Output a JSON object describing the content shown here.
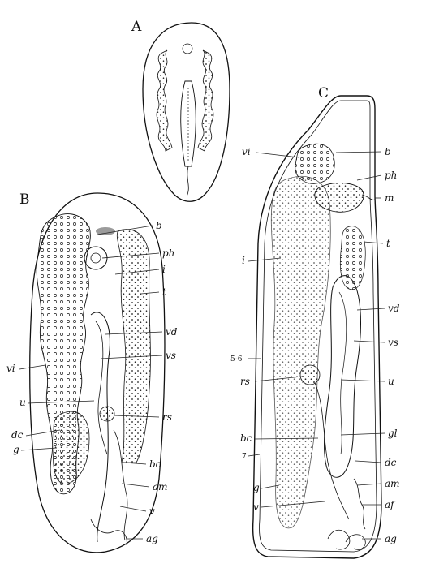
{
  "panels": [
    {
      "letter": "A"
    },
    {
      "letter": "B",
      "labels_right": [
        "b",
        "ph",
        "i",
        "t",
        "vd",
        "vs",
        "rs",
        "bc",
        "am",
        "v",
        "ag"
      ],
      "labels_left": [
        "vi",
        "u",
        "dc",
        "g"
      ]
    },
    {
      "letter": "C",
      "labels_right": [
        "b",
        "ph",
        "m",
        "t",
        "vd",
        "vs",
        "u",
        "gl",
        "dc",
        "am",
        "af",
        "ag"
      ],
      "labels_left": [
        "vi",
        "i",
        "5-6",
        "rs",
        "bc",
        "7",
        "g",
        "v"
      ]
    }
  ]
}
